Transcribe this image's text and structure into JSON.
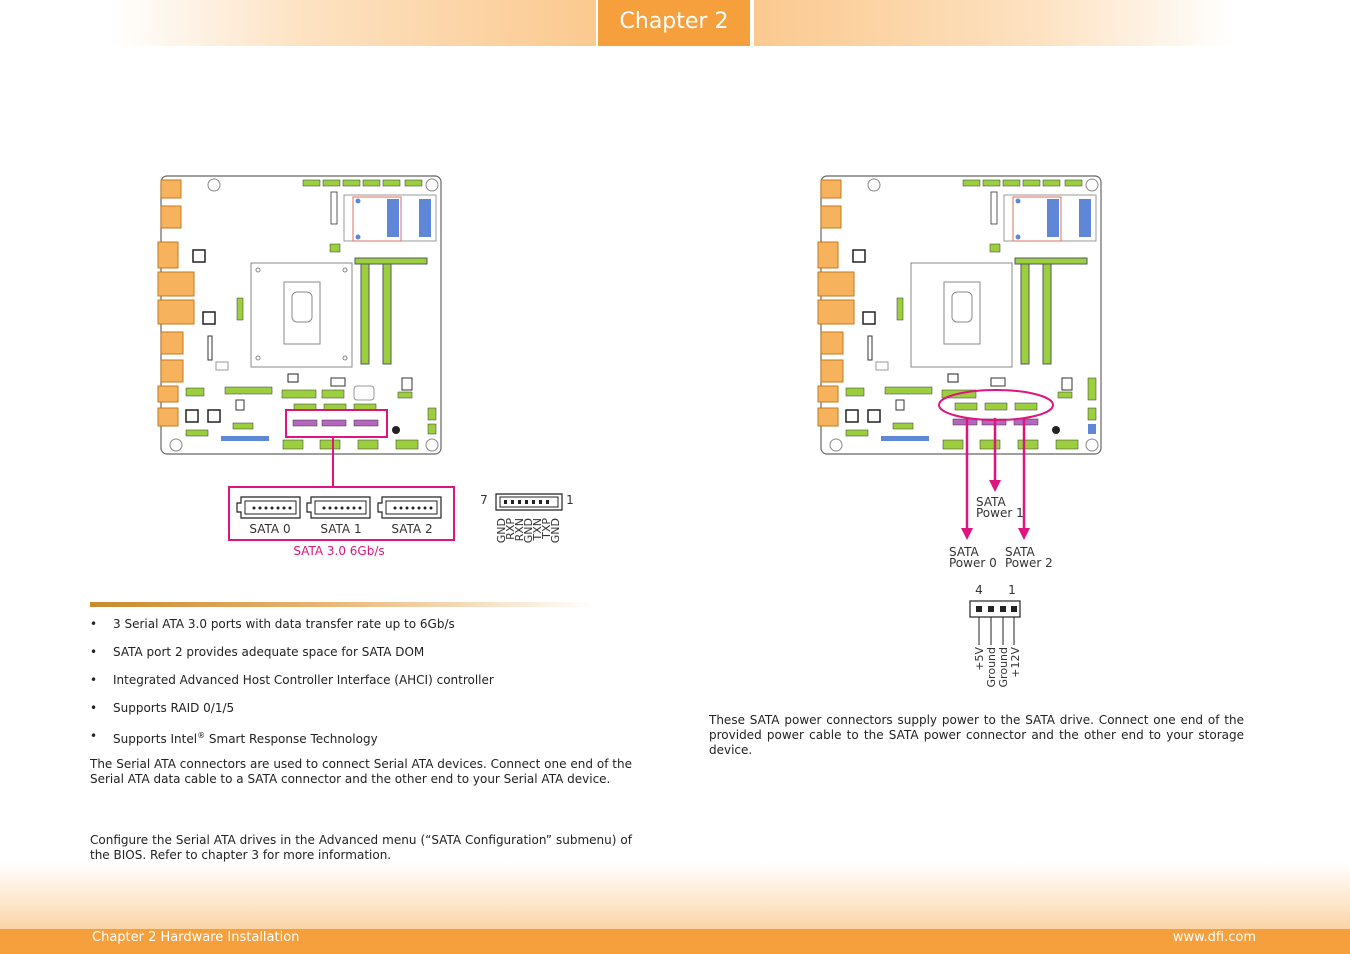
{
  "header": {
    "chapter": "Chapter 2"
  },
  "left_diagram": {
    "sata_labels": [
      "SATA 0",
      "SATA 1",
      "SATA 2"
    ],
    "caption": "SATA 3.0 6Gb/s",
    "pin_first": "7",
    "pin_last": "1",
    "pins": [
      "GND",
      "RXP",
      "RXN",
      "GND",
      "TXN",
      "TXP",
      "GND"
    ]
  },
  "right_diagram": {
    "power1_line1": "SATA",
    "power1_line2": "Power 1",
    "power0_line1": "SATA",
    "power0_line2": "Power 0",
    "power2_line1": "SATA",
    "power2_line2": "Power 2",
    "pin_first": "4",
    "pin_last": "1",
    "pins": [
      "+5V",
      "Ground",
      "Ground",
      "+12V"
    ]
  },
  "features": [
    "3 Serial ATA 3.0 ports with data transfer rate up to 6Gb/s",
    "SATA port 2 provides adequate space for SATA DOM",
    "Integrated Advanced Host Controller Interface (AHCI) controller",
    "Supports RAID 0/1/5",
    "Supports Intel",
    "®",
    " Smart Response Technology"
  ],
  "text": {
    "sata_desc": "The Serial ATA connectors are used to connect Serial ATA devices. Connect one end of the Serial ATA data cable to a SATA connector and the other end to your Serial ATA device.",
    "sata_config": "Configure the Serial ATA drives in the Advanced menu (“SATA Configuration” submenu) of the BIOS. Refer to chapter 3 for more information.",
    "power_desc": "These SATA power connectors supply power to the SATA drive. Connect one end of the provided power cable to the SATA power connector and the other end to your storage device."
  },
  "footer": {
    "left": "Chapter 2 Hardware Installation",
    "right": "www.dfi.com"
  },
  "colors": {
    "accent": "#f5a03c",
    "highlight": "#e0147f",
    "connector_green": "#9ccf3e",
    "board_line": "#555555"
  }
}
